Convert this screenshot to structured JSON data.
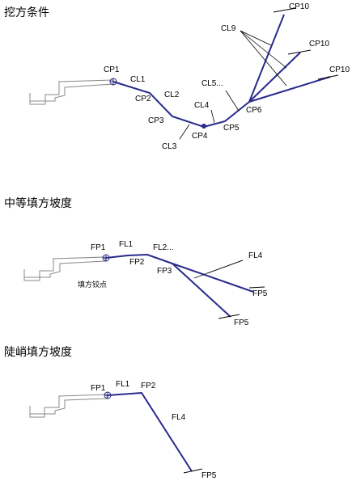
{
  "colors": {
    "profile": "#2a2a8c",
    "road": "#888888",
    "tick": "#000000",
    "text": "#000000"
  },
  "panel1": {
    "title": "挖方条件",
    "labels": {
      "cp1": "CP1",
      "cl1": "CL1",
      "cp2": "CP2",
      "cl2": "CL2",
      "cp3": "CP3",
      "cl3": "CL3",
      "cp4": "CP4",
      "cl4": "CL4",
      "cp5": "CP5",
      "cl5": "CL5...",
      "cp6": "CP6",
      "cl9": "CL9",
      "cp10a": "CP10",
      "cp10b": "CP10",
      "cp10c": "CP10"
    }
  },
  "panel2": {
    "title": "中等填方坡度",
    "labels": {
      "fp1": "FP1",
      "fl1": "FL1",
      "fp2": "FP2",
      "fl2": "FL2...",
      "fp3": "FP3",
      "fl4": "FL4",
      "fp5a": "FP5",
      "fp5b": "FP5",
      "hinge": "填方铰点"
    }
  },
  "panel3": {
    "title": "陡峭填方坡度",
    "labels": {
      "fp1": "FP1",
      "fl1": "FL1",
      "fp2": "FP2",
      "fl4": "FL4",
      "fp5": "FP5"
    }
  }
}
